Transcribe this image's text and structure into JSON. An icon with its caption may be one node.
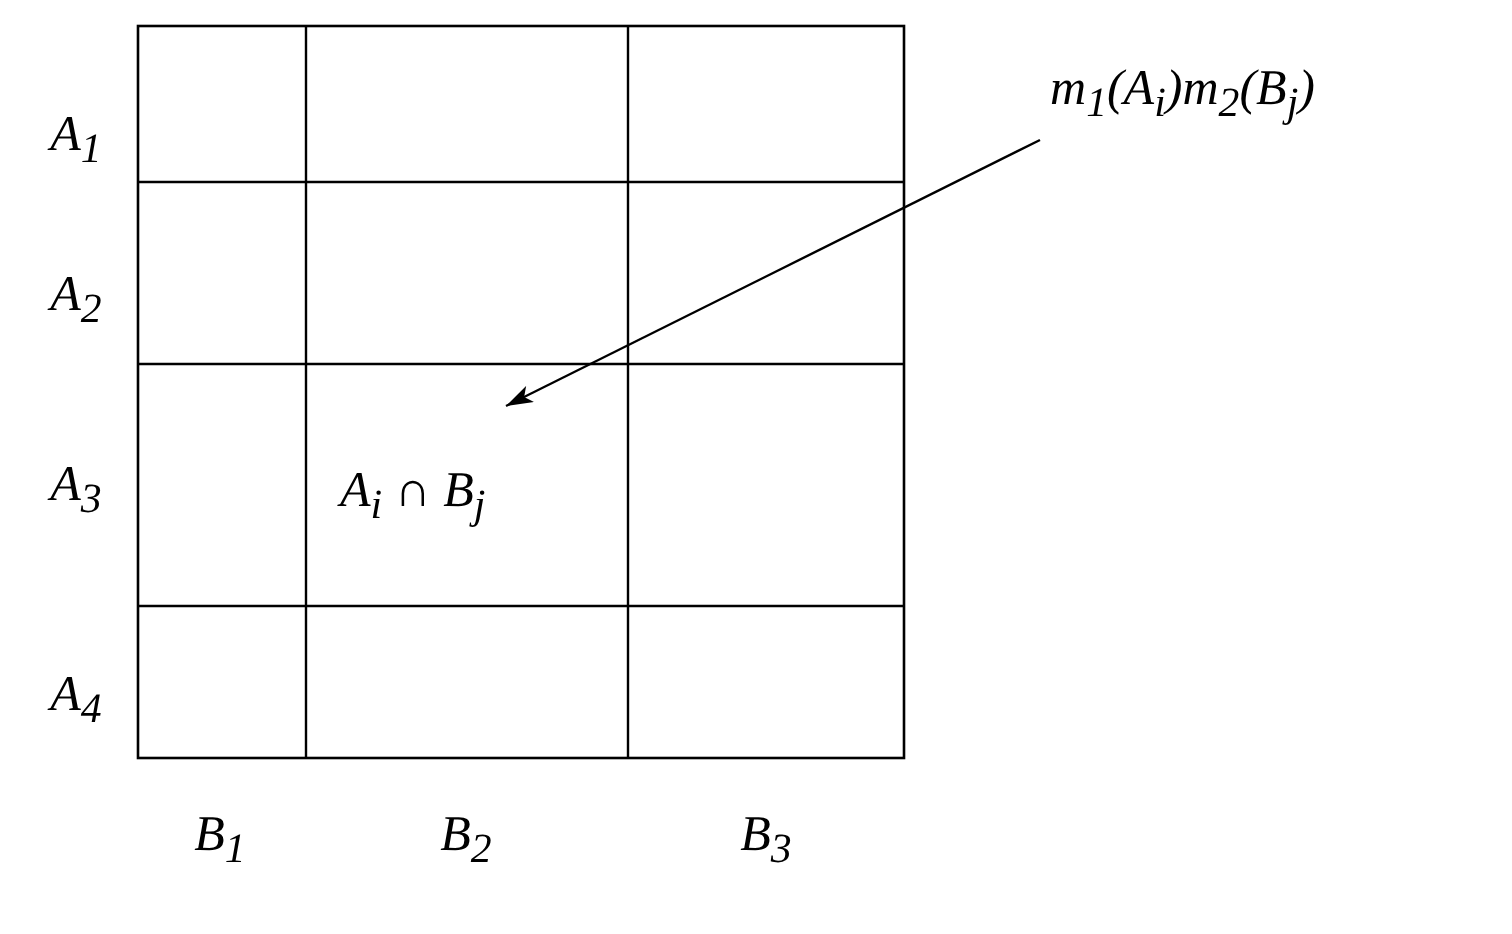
{
  "diagram": {
    "nodes": [
      {
        "text": [
          "m$_{1}$(A$_{i}$)m$_{2}$(B$_{j}$)"
        ]
      },
      {
        "text": [
          "A$_{i}$ ∩ B$_{j}$"
        ]
      }
    ],
    "edges": [
      {
        "from": 0,
        "to": 1,
        "arrow": "to"
      }
    ],
    "labels": [
      "A$_{1}$",
      "A$_{2}$",
      "A$_{3}$",
      "A$_{4}$",
      "B$_{1}$",
      "B$_{2}$",
      "B$_{3}$"
    ]
  }
}
